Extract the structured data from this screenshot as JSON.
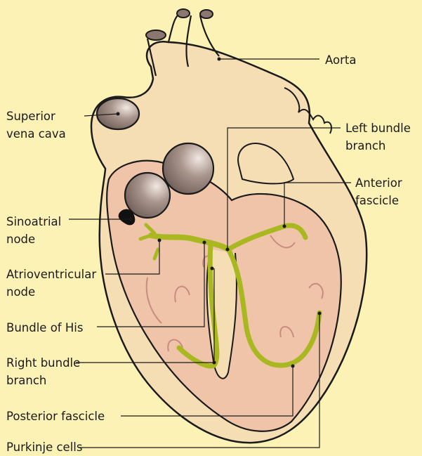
{
  "colors": {
    "background": "#fdf2b5",
    "heart_outer": "#f5deb3",
    "heart_inner": "#f0c4a8",
    "conduction": "#a9b820",
    "vessel_lumen": "#8b7770",
    "outline": "#1a1a1a",
    "muscle_lines": "#c98c80"
  },
  "labels": {
    "aorta": "Aorta",
    "superior_vena_cava": [
      "Superior",
      "vena cava"
    ],
    "left_bundle_branch": [
      "Left bundle",
      "branch"
    ],
    "anterior_fascicle": [
      "Anterior",
      "fascicle"
    ],
    "sinoatrial_node": [
      "Sinoatrial",
      "node"
    ],
    "atrioventricular_node": [
      "Atrioventricular",
      "node"
    ],
    "bundle_of_his": "Bundle of His",
    "right_bundle_branch": [
      "Right bundle",
      "branch"
    ],
    "posterior_fascicle": "Posterior fascicle",
    "purkinje_cells": "Purkinje cells"
  }
}
